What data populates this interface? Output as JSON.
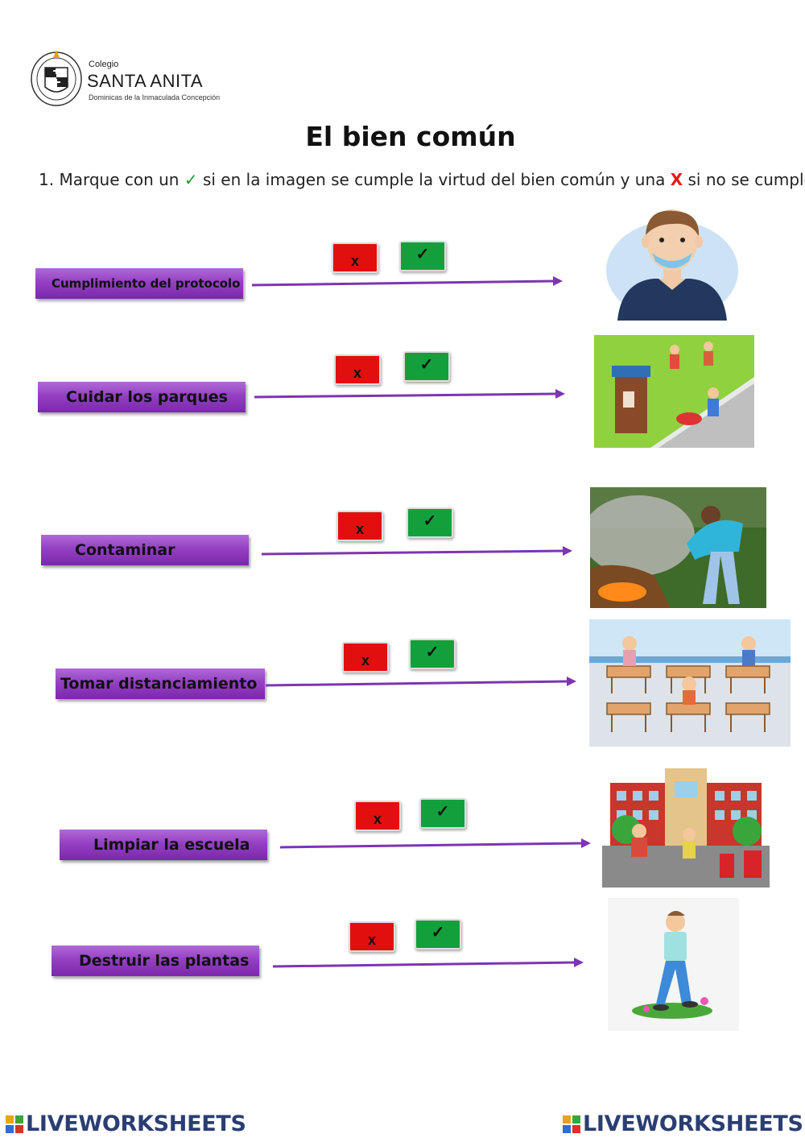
{
  "header": {
    "logo_small": "Colegio",
    "logo_name": "SANTA ANITA",
    "logo_sub": "Dominicas de la Inmaculada Concepción"
  },
  "title": "El bien común",
  "instruction": {
    "prefix": "1. Marque con un",
    "tick": "✓",
    "middle": "si en la imagen se cumple la virtud del bien común y una",
    "x": "X",
    "suffix": "si no se cumple."
  },
  "buttons": {
    "x_label": "x",
    "check_label": "✓"
  },
  "rows": [
    {
      "label": "Cumplimiento del protocolo",
      "picture": "boy-with-face-mask"
    },
    {
      "label": "Cuidar los parques",
      "picture": "children-cleaning-park"
    },
    {
      "label": "Contaminar",
      "picture": "woman-burning-garbage"
    },
    {
      "label": "Tomar distanciamiento",
      "picture": "students-distanced-desks"
    },
    {
      "label": "Limpiar la escuela",
      "picture": "children-sweeping-school"
    },
    {
      "label": "Destruir las plantas",
      "picture": "boy-stepping-on-plants"
    }
  ],
  "footer": {
    "brand": "LIVEWORKSHEETS"
  },
  "colors": {
    "label_purple": "#9440c3",
    "arrow_purple": "#7d35b0",
    "btn_red": "#e20f0f",
    "btn_green": "#13a03c",
    "tick_green": "#1a9a32",
    "x_red": "#e51b1b",
    "footer_blue": "#2b3e73"
  }
}
